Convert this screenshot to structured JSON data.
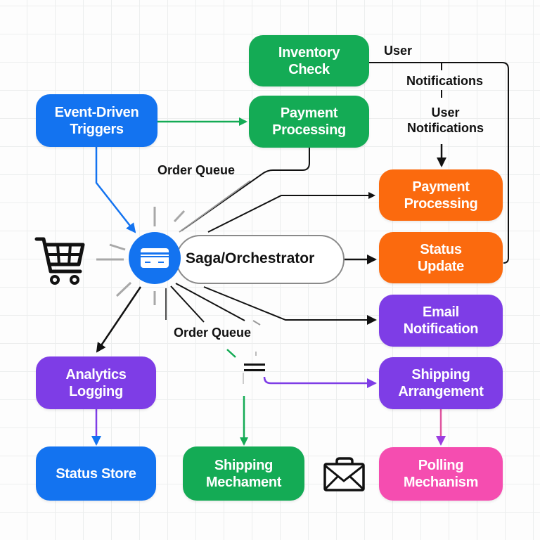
{
  "colors": {
    "blue": "#1373f0",
    "green": "#14ab55",
    "orange": "#fb6a0e",
    "purple": "#7e3de6",
    "pink": "#f54db0",
    "line": "#111111"
  },
  "nodes": {
    "event_driven_triggers": {
      "line1": "Event-Driven",
      "line2": "Triggers"
    },
    "inventory_check": {
      "line1": "Inventory",
      "line2": "Check"
    },
    "payment_processing_green": {
      "line1": "Payment",
      "line2": "Processing"
    },
    "payment_processing_orange": {
      "line1": "Payment",
      "line2": "Processing"
    },
    "status_update": {
      "line1": "Status",
      "line2": "Update"
    },
    "email_notification": {
      "line1": "Email",
      "line2": "Notification"
    },
    "shipping_arrangement": {
      "line1": "Shipping",
      "line2": "Arrangement"
    },
    "polling_mechanism": {
      "line1": "Polling",
      "line2": "Mechanism"
    },
    "analytics_logging": {
      "line1": "Analytics",
      "line2": "Logging"
    },
    "status_store": {
      "line1": "Status Store"
    },
    "shipping_mechament": {
      "line1": "Shipping",
      "line2": "Mechament"
    },
    "orchestrator": {
      "label": "Saga/Orchestrator"
    }
  },
  "labels": {
    "order_queue_top": "Order Queue",
    "order_queue_bottom": "Order Queue",
    "user": "User",
    "notifications": "Notifications",
    "user_notifications_line1": "User",
    "user_notifications_line2": "Notifications"
  },
  "icons": {
    "cart": "shopping-cart-icon",
    "hub": "credit-card-icon",
    "mail": "envelope-icon",
    "queue": "equals-icon"
  }
}
